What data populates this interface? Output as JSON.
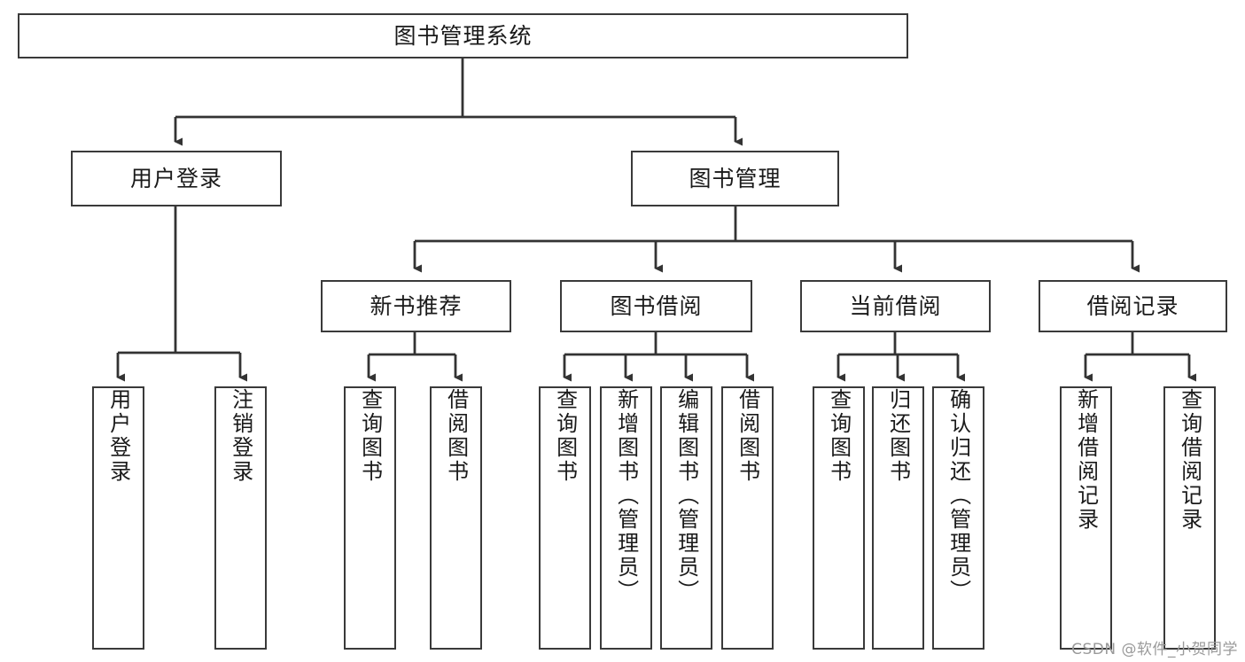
{
  "diagram": {
    "title": "图书管理系统",
    "type": "hierarchy-tree",
    "root": {
      "id": "root",
      "label": "图书管理系统"
    },
    "level1": [
      {
        "id": "user-login",
        "label": "用户登录"
      },
      {
        "id": "book-manage",
        "label": "图书管理"
      }
    ],
    "level2": [
      {
        "id": "new-book-recommend",
        "label": "新书推荐",
        "parent": "book-manage"
      },
      {
        "id": "book-borrow",
        "label": "图书借阅",
        "parent": "book-manage"
      },
      {
        "id": "current-borrow",
        "label": "当前借阅",
        "parent": "book-manage"
      },
      {
        "id": "borrow-record",
        "label": "借阅记录",
        "parent": "book-manage"
      }
    ],
    "leaves": [
      {
        "id": "leaf-user-login",
        "label": "用户登录",
        "parent": "user-login"
      },
      {
        "id": "leaf-logout-login",
        "label": "注销登录",
        "parent": "user-login"
      },
      {
        "id": "leaf-query-book-1",
        "label": "查询图书",
        "parent": "new-book-recommend"
      },
      {
        "id": "leaf-borrow-book-1",
        "label": "借阅图书",
        "parent": "new-book-recommend"
      },
      {
        "id": "leaf-query-book-2",
        "label": "查询图书",
        "parent": "book-borrow"
      },
      {
        "id": "leaf-add-book",
        "label": "新增图书（管理员）",
        "parent": "book-borrow"
      },
      {
        "id": "leaf-edit-book",
        "label": "编辑图书（管理员）",
        "parent": "book-borrow"
      },
      {
        "id": "leaf-borrow-book-2",
        "label": "借阅图书",
        "parent": "book-borrow"
      },
      {
        "id": "leaf-query-book-3",
        "label": "查询图书",
        "parent": "current-borrow"
      },
      {
        "id": "leaf-return-book",
        "label": "归还图书",
        "parent": "current-borrow"
      },
      {
        "id": "leaf-confirm-return",
        "label": "确认归还（管理员）",
        "parent": "current-borrow"
      },
      {
        "id": "leaf-add-record",
        "label": "新增借阅记录",
        "parent": "borrow-record"
      },
      {
        "id": "leaf-query-record",
        "label": "查询借阅记录",
        "parent": "borrow-record"
      }
    ]
  },
  "watermark": {
    "text": "CSDN @软件_小贺同学"
  },
  "colors": {
    "box_border": "#3a3a3a",
    "box_fill": "#ffffff",
    "connector": "#333333",
    "text": "#1a1a1a",
    "watermark": "#9a9a9a",
    "background": "#ffffff"
  }
}
